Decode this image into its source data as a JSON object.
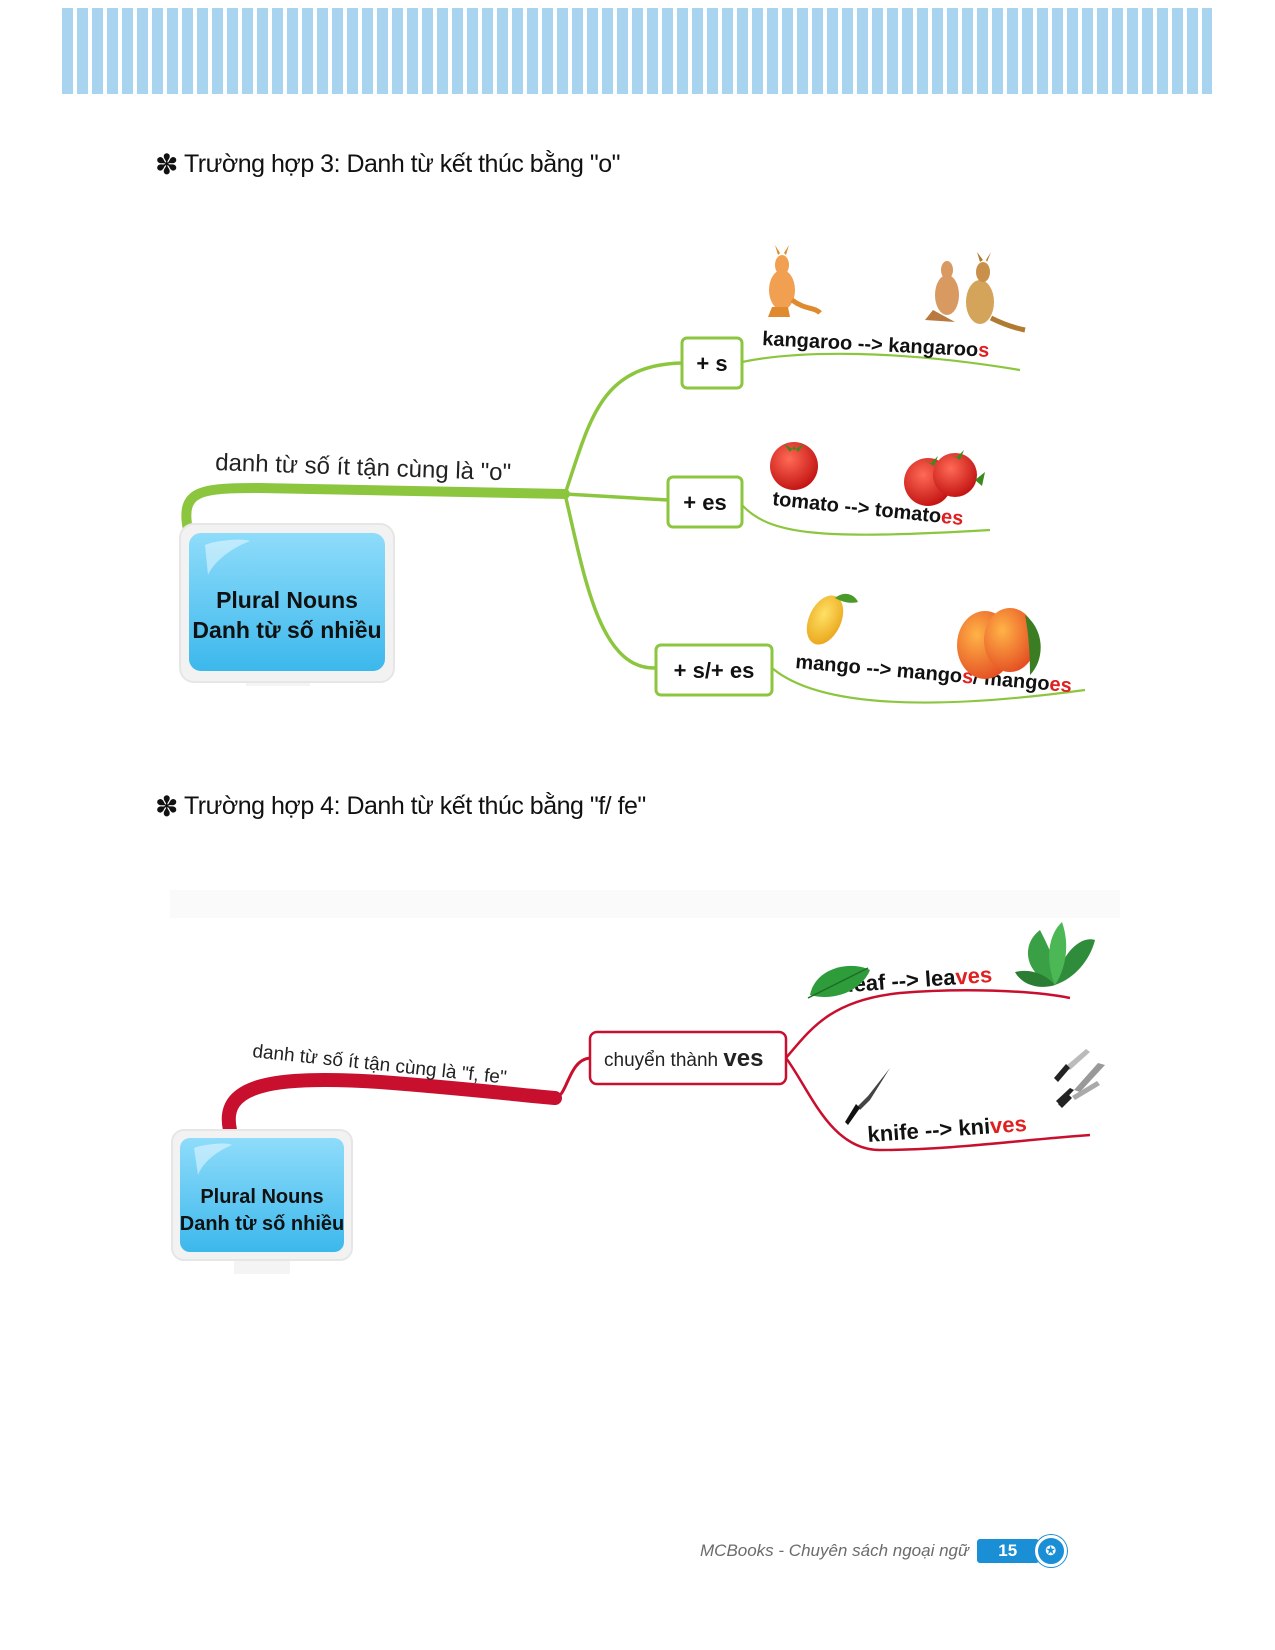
{
  "section3": {
    "heading": "Trường hợp 3: Danh từ kết thúc bằng \"o\"",
    "trunk_label": "danh từ số ít tận cùng là \"o\"",
    "node_line1": "Plural Nouns",
    "node_line2": "Danh từ số nhiều",
    "branches": [
      {
        "rule": "+ s",
        "base": "kangaroo --> kangaroo",
        "suffix": "s",
        "singular_icon": "kangaroo-icon",
        "plural_icon": "kangaroos-icon"
      },
      {
        "rule": "+ es",
        "base": "tomato --> tomato",
        "suffix": "es",
        "singular_icon": "tomato-icon",
        "plural_icon": "tomatoes-icon"
      },
      {
        "rule": "+ s/+ es",
        "base": "mango --> mangos/ mango",
        "suffix": "es",
        "mid_suffix": "s",
        "singular_icon": "mango-icon",
        "plural_icon": "mangoes-icon"
      }
    ]
  },
  "section4": {
    "heading": "Trường hợp 4: Danh từ kết thúc bằng \"f/ fe\"",
    "trunk_label": "danh từ số ít tận cùng là \"f, fe\"",
    "node_line1": "Plural Nouns",
    "node_line2": "Danh từ số nhiều",
    "hub_prefix": "chuyển thành ",
    "hub_bold": "ves",
    "branches": [
      {
        "prefix": "leaf --> lea",
        "suffix": "ves",
        "singular_icon": "leaf-icon",
        "plural_icon": "leaves-icon"
      },
      {
        "prefix": "knife --> kni",
        "suffix": "ves",
        "singular_icon": "knife-icon",
        "plural_icon": "knives-icon"
      }
    ]
  },
  "footer": {
    "text": "MCBooks - Chuyên sách ngoại ngữ",
    "page_number": "15"
  },
  "colors": {
    "green_branch": "#8cc63f",
    "red_branch": "#c8102e",
    "suffix_red": "#e02020",
    "node_blue": "#4fc3f0",
    "stripe_blue": "#a9d4ef"
  }
}
